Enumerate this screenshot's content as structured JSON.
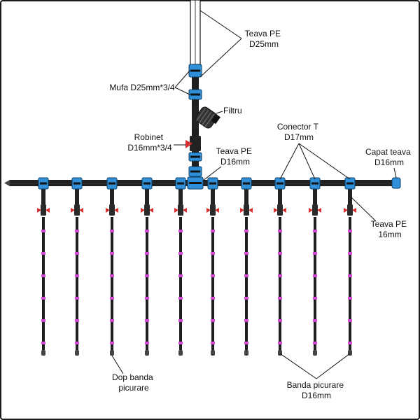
{
  "labels": {
    "teava_pe_d25": [
      "Teava PE",
      "D25mm"
    ],
    "mufa": [
      "Mufa D25mm*3/4"
    ],
    "filtru": [
      "Filtru"
    ],
    "robinet": [
      "Robinet",
      "D16mm*3/4"
    ],
    "teava_pe_d16": [
      "Teava PE",
      "D16mm"
    ],
    "conector_t": [
      "Conector T",
      "D17mm"
    ],
    "capat_teava": [
      "Capat teava",
      "D16mm"
    ],
    "teava_pe_16": [
      "Teava PE",
      "16mm"
    ],
    "dop_banda": [
      "Dop banda",
      "picurare"
    ],
    "banda_picurare": [
      "Banda picurare",
      "D16mm"
    ]
  },
  "colors": {
    "pipe": "#1f1f1f",
    "connector": "#2f8fd8",
    "valve": "#d32f2f",
    "dripper": "#d548d8",
    "line": "#111111"
  },
  "dripline_count": 10
}
